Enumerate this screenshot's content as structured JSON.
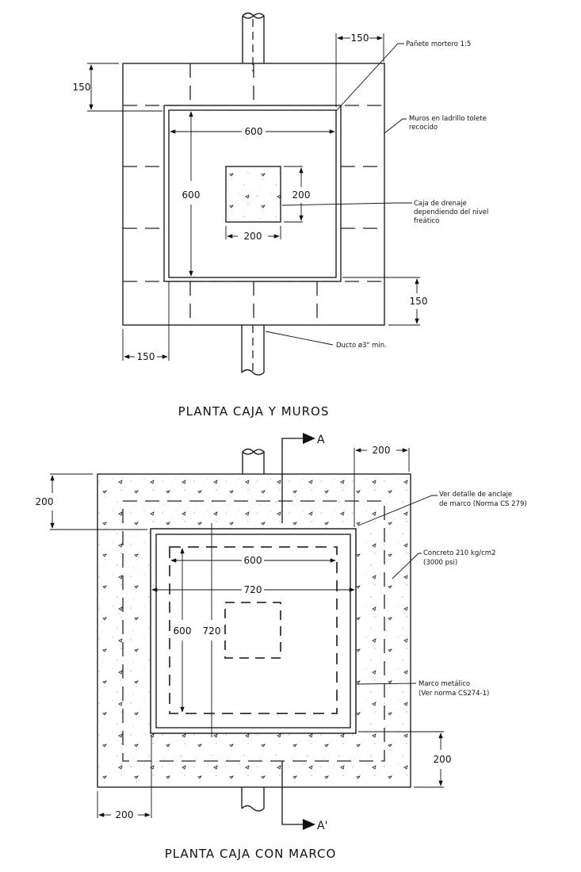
{
  "drawing_1": {
    "title": "PLANTA CAJA Y MUROS",
    "dimensions": {
      "wall_top": "150",
      "wall_right_top": "150",
      "inner_width": "600",
      "inner_height": "600",
      "drain_height": "200",
      "drain_width": "200",
      "wall_bottom_right": "150",
      "wall_bottom_left": "150"
    },
    "notes": {
      "plaster": "Pañete mortero 1:5",
      "walls_line1": "Muros en ladrillo tolete",
      "walls_line2": "recocido",
      "drain_line1": "Caja de drenaje",
      "drain_line2": "dependiendo del nivel",
      "drain_line3": "freático",
      "duct": "Ducto ø3\" min."
    }
  },
  "drawing_2": {
    "title": "PLANTA CAJA CON MARCO",
    "section_top": "A",
    "section_bottom": "A'",
    "dimensions": {
      "top_right": "200",
      "left_top": "200",
      "inner_width": "600",
      "frame_width": "720",
      "inner_height": "600",
      "frame_height": "720",
      "right_bottom": "200",
      "bottom_left": "200"
    },
    "notes": {
      "anchor_line1": "Ver detalle de anclaje",
      "anchor_line2": "de marco (Norma CS 279)",
      "concrete_line1": "Concreto 210 kg/cm2",
      "concrete_line2": "(3000 psi)",
      "frame_line1": "Marco metálico",
      "frame_line2": "(Ver norma CS274-1)"
    }
  }
}
